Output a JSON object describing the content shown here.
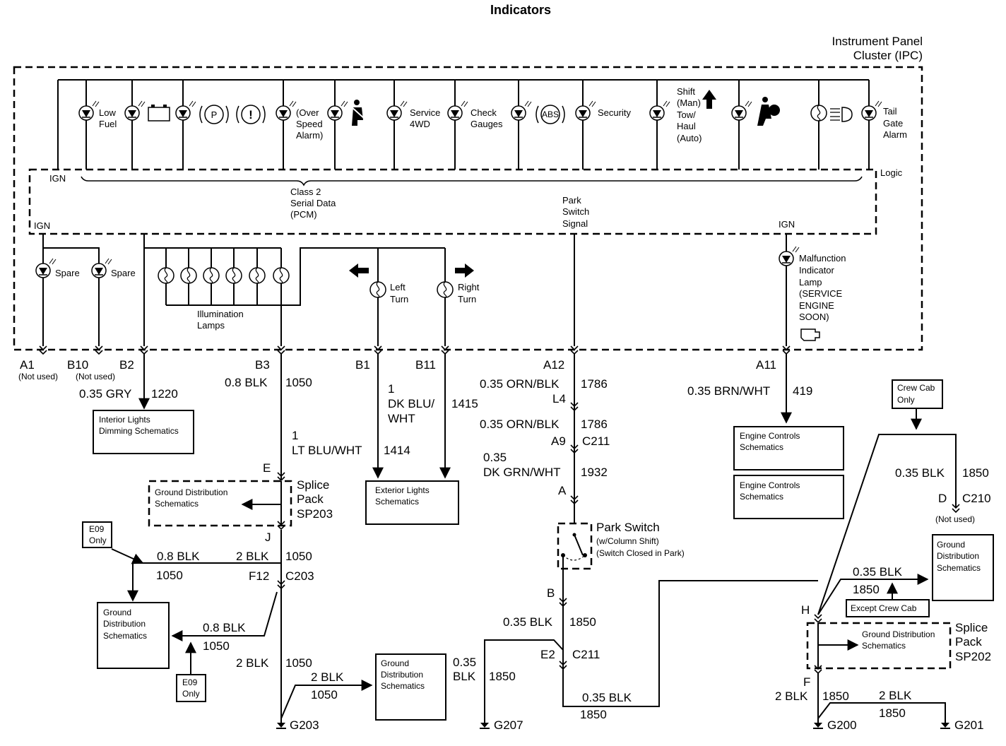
{
  "title": "Indicators",
  "module": {
    "name_line1": "Instrument Panel",
    "name_line2": "Cluster (IPC)",
    "ign_top": "IGN",
    "ign_left": "IGN",
    "ign_right": "IGN",
    "logic": "Logic",
    "class2": [
      "Class 2",
      "Serial Data",
      "(PCM)"
    ],
    "park_signal": [
      "Park",
      "Switch",
      "Signal"
    ]
  },
  "indicators": {
    "low_fuel": [
      "Low",
      "Fuel"
    ],
    "over_speed": [
      "(Over",
      "Speed",
      "Alarm)"
    ],
    "service_4wd": [
      "Service",
      "4WD"
    ],
    "check_gauges": [
      "Check",
      "Gauges"
    ],
    "abs": "ABS",
    "security": "Security",
    "shift": [
      "Shift",
      "(Man)",
      "Tow/",
      "Haul",
      "(Auto)"
    ],
    "tail_gate": [
      "Tail",
      "Gate",
      "Alarm"
    ],
    "p_symbol": "P",
    "excl_symbol": "!",
    "spare1": "Spare",
    "spare2": "Spare",
    "illum": [
      "Illumination",
      "Lamps"
    ],
    "left_turn": [
      "Left",
      "Turn"
    ],
    "right_turn": [
      "Right",
      "Turn"
    ],
    "mil": [
      "Malfunction",
      "Indicator",
      "Lamp",
      "(SERVICE",
      "ENGINE",
      "SOON)"
    ]
  },
  "pins": {
    "a1": "A1",
    "a1_note": "(Not used)",
    "b10": "B10",
    "b10_note": "(Not used)",
    "b2": "B2",
    "b3": "B3",
    "b1": "B1",
    "b11": "B11",
    "a12": "A12",
    "a11": "A11"
  },
  "wires": {
    "gry": "0.35 GRY",
    "gry_c": "1220",
    "blk_08": "0.8 BLK",
    "blk_08_c": "1050",
    "ltblu_1": "1",
    "ltblu_2": "LT BLU/WHT",
    "ltblu_c": "1414",
    "dkblu_1": "1",
    "dkblu_2": "DK BLU/",
    "dkblu_3": "WHT",
    "dkblu_c": "1415",
    "orn1": "0.35 ORN/BLK",
    "orn1_c": "1786",
    "orn2": "0.35 ORN/BLK",
    "orn2_c": "1786",
    "dkgrn_1": "0.35",
    "dkgrn_2": "DK GRN/WHT",
    "dkgrn_c": "1932",
    "brn": "0.35 BRN/WHT",
    "brn_c": "419",
    "e09_blk": "0.8 BLK",
    "e09_blk_c": "1050",
    "blk2_a": "2 BLK",
    "blk2_a_c": "1050",
    "blk08_b": "0.8 BLK",
    "blk08_b_c": "1050",
    "blk2_b": "2 BLK",
    "blk2_b_c": "1050",
    "blk2_c": "2 BLK",
    "blk2_c_c": "1050",
    "blk035_a": "0.35 BLK",
    "blk035_a_c": "1850",
    "blk035_g207_1": "0.35",
    "blk035_g207_2": "BLK",
    "blk035_g207_c": "1850",
    "blk035_b": "0.35 BLK",
    "blk035_b_c": "1850",
    "crew_blk": "0.35 BLK",
    "crew_blk_c": "1850",
    "r_blk035": "0.35 BLK",
    "r_blk035_c": "1850",
    "r_blk2": "2 BLK",
    "r_blk2_c": "1850",
    "r_blk2b": "2 BLK",
    "r_blk2b_c": "1850"
  },
  "connectors": {
    "l4": "L4",
    "a9": "A9",
    "c211": "C211",
    "a": "A",
    "b": "B",
    "e2": "E2",
    "c211b": "C211",
    "e": "E",
    "j": "J",
    "f12": "F12",
    "c203": "C203",
    "d": "D",
    "c210": "C210",
    "c210_note": "(Not used)",
    "h": "H",
    "f": "F"
  },
  "splices": {
    "sp203": [
      "Splice",
      "Pack",
      "SP203"
    ],
    "sp202": [
      "Splice",
      "Pack",
      "SP202"
    ]
  },
  "park_switch": [
    "Park Switch",
    "(w/Column Shift)",
    "(Switch Closed in Park)"
  ],
  "boxes": {
    "interior": [
      "Interior Lights",
      "Dimming Schematics"
    ],
    "exterior": [
      "Exterior Lights",
      "Schematics"
    ],
    "engine1": [
      "Engine Controls",
      "Schematics"
    ],
    "engine2": [
      "Engine Controls",
      "Schematics"
    ],
    "gd_sp203": [
      "Ground Distribution",
      "Schematics"
    ],
    "gd_left": [
      "Ground",
      "Distribution",
      "Schematics"
    ],
    "gd_mid": [
      "Ground",
      "Distribution",
      "Schematics"
    ],
    "gd_right": [
      "Ground",
      "Distribution",
      "Schematics"
    ],
    "gd_sp202": [
      "Ground Distribution",
      "Schematics"
    ]
  },
  "notes": {
    "e09_a": [
      "E09",
      "Only"
    ],
    "e09_b": [
      "E09",
      "Only"
    ],
    "crew_only": [
      "Crew Cab",
      "Only"
    ],
    "except_crew": "Except Crew Cab"
  },
  "grounds": {
    "g203": "G203",
    "g207": "G207",
    "g200": "G200",
    "g201": "G201"
  }
}
